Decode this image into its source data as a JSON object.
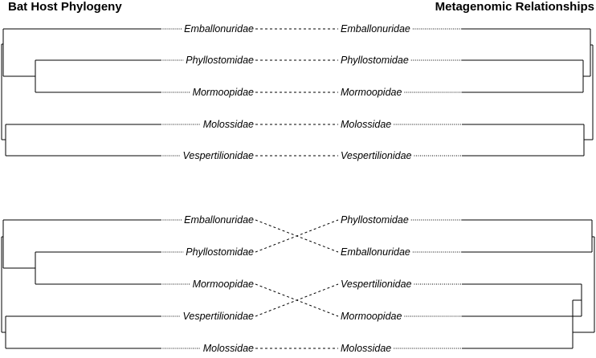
{
  "titles": {
    "left": "Bat Host Phylogeny",
    "right": "Metagenomic Relationships"
  },
  "panels": [
    {
      "left_tips": [
        "Emballonuridae",
        "Phyllostomidae",
        "Mormoopidae",
        "Molossidae",
        "Vespertilionidae"
      ],
      "right_tips": [
        "Emballonuridae",
        "Phyllostomidae",
        "Mormoopidae",
        "Molossidae",
        "Vespertilionidae"
      ],
      "links": [
        [
          0,
          0
        ],
        [
          1,
          1
        ],
        [
          2,
          2
        ],
        [
          3,
          3
        ],
        [
          4,
          4
        ]
      ]
    },
    {
      "left_tips": [
        "Emballonuridae",
        "Phyllostomidae",
        "Mormoopidae",
        "Vespertilionidae",
        "Molossidae"
      ],
      "right_tips": [
        "Phyllostomidae",
        "Emballonuridae",
        "Vespertilionidae",
        "Mormoopidae",
        "Molossidae"
      ],
      "links": [
        [
          0,
          1
        ],
        [
          1,
          0
        ],
        [
          2,
          3
        ],
        [
          3,
          2
        ],
        [
          4,
          4
        ]
      ]
    }
  ],
  "colors": {
    "line": "#000000"
  }
}
